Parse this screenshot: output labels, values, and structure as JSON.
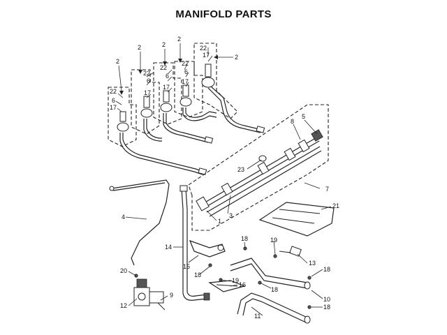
{
  "title": "MANIFOLD PARTS",
  "callouts": {
    "c2a": "2",
    "c2b": "2",
    "c2c": "2",
    "c2d": "2",
    "c2e": "2",
    "c22a": "22",
    "c22b": "22",
    "c22c": "22",
    "c22d": "22",
    "c22e": "22",
    "c6a": "6",
    "c6b": "6",
    "c6c": "6",
    "c6d": "6",
    "c17a": "17",
    "c17b": "17",
    "c17c": "17",
    "c17d": "17",
    "c17e": "17",
    "c23": "23",
    "c5": "5",
    "c8": "8",
    "c7": "7",
    "c3": "3",
    "c1": "1",
    "c21": "21",
    "c4": "4",
    "c14": "14",
    "c15": "15",
    "c18a": "18",
    "c18b": "18",
    "c18c": "18",
    "c18d": "18",
    "c18e": "18",
    "c19a": "19",
    "c19b": "19",
    "c13": "13",
    "c16": "16",
    "c10": "10",
    "c11": "11",
    "c20": "20",
    "c12": "12",
    "c9": "9"
  }
}
